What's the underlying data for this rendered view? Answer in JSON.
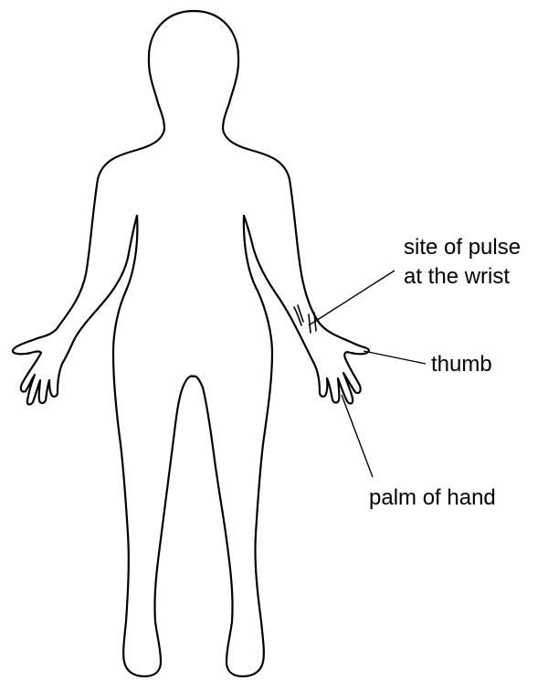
{
  "diagram": {
    "labels": {
      "pulse_line1": "site of pulse",
      "pulse_line2": "at the wrist",
      "thumb": "thumb",
      "palm": "palm of hand"
    },
    "colors": {
      "outline": "#000000",
      "background": "#ffffff"
    }
  }
}
